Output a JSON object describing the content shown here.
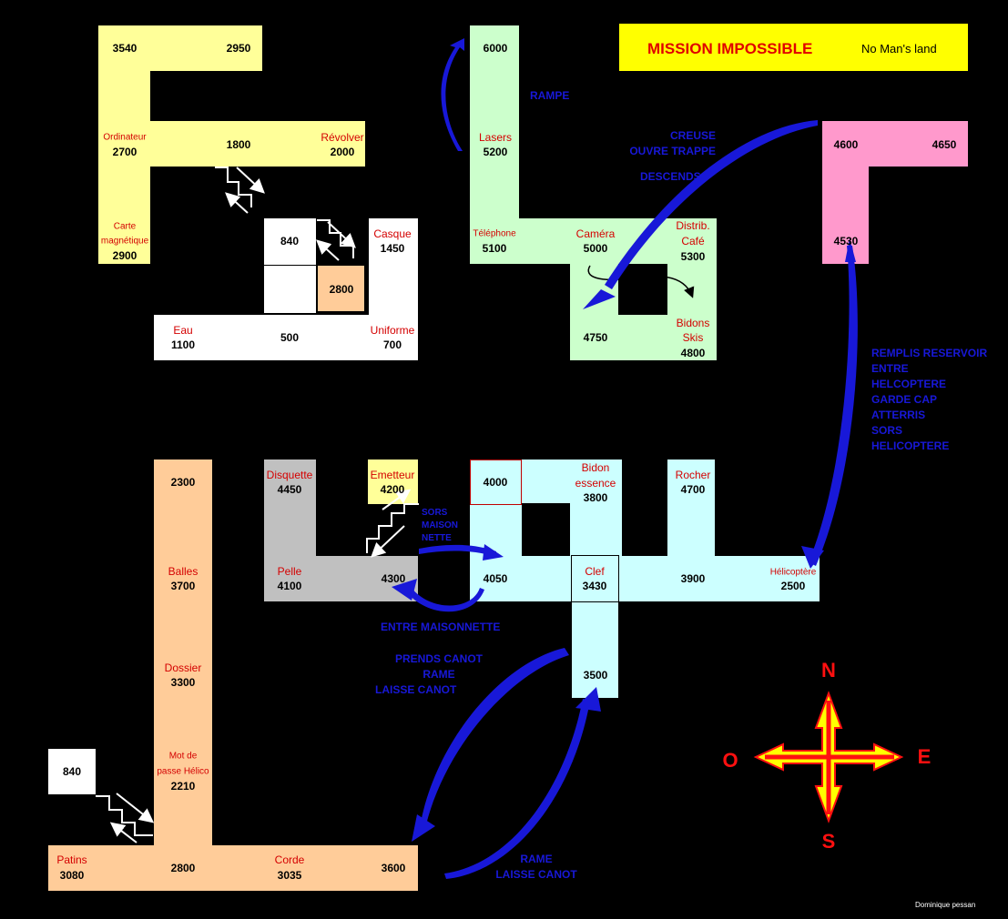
{
  "title": {
    "main": "MISSION IMPOSSIBLE",
    "sub": "No Man's land"
  },
  "author": "Dominique pessan",
  "compass": {
    "n": "N",
    "s": "S",
    "e": "E",
    "w": "O"
  },
  "colors": {
    "yellow": "#ffff99",
    "green": "#ccffcc",
    "pink": "#ff99cc",
    "white": "#ffffff",
    "orange": "#ffcc99",
    "grey": "#c0c0c0",
    "cyan": "#ccffff",
    "arrow_blue": "#1818d8",
    "label_red": "#d40000"
  },
  "rooms": {
    "y1": {
      "num": "3540"
    },
    "y2": {
      "num": "2950"
    },
    "y3": {
      "label": "Ordinateur",
      "num": "2700"
    },
    "y4": {
      "num": "1800"
    },
    "y5": {
      "label": "Révolver",
      "num": "2000"
    },
    "y6": {
      "label1": "Carte",
      "label2": "magnétique",
      "num": "2900"
    },
    "w1": {
      "num": "840"
    },
    "w2": {
      "label": "Casque",
      "num": "1450"
    },
    "w3": {
      "num": "2800"
    },
    "w4": {
      "label": "Eau",
      "num": "1100"
    },
    "w5": {
      "num": "500"
    },
    "w6": {
      "label": "Uniforme",
      "num": "700"
    },
    "g1": {
      "num": "6000"
    },
    "g2": {
      "label": "Lasers",
      "num": "5200"
    },
    "g3": {
      "label": "Téléphone",
      "num": "5100"
    },
    "g4": {
      "label": "Caméra",
      "num": "5000"
    },
    "g5": {
      "label1": "Distrib.",
      "label2": "Café",
      "num": "5300"
    },
    "g6": {
      "num": "4750"
    },
    "g7": {
      "label1": "Bidons",
      "label2": "Skis",
      "num": "4800"
    },
    "p1": {
      "num": "4600"
    },
    "p2": {
      "num": "4650"
    },
    "p3": {
      "num": "4530"
    },
    "o1": {
      "num": "2300"
    },
    "o2": {
      "label": "Balles",
      "num": "3700"
    },
    "o3": {
      "label": "Dossier",
      "num": "3300"
    },
    "o4": {
      "label1": "Mot de",
      "label2": "passe Hélico",
      "num": "2210"
    },
    "o5": {
      "label": "Patins",
      "num": "3080"
    },
    "o6": {
      "num": "2800"
    },
    "o7": {
      "label": "Corde",
      "num": "3035"
    },
    "o8": {
      "num": "3600"
    },
    "o9": {
      "num": "840"
    },
    "s1": {
      "label": "Disquette",
      "num": "4450"
    },
    "s2": {
      "label": "Emetteur",
      "num": "4200"
    },
    "s3": {
      "label": "Pelle",
      "num": "4100"
    },
    "s4": {
      "num": "4300"
    },
    "c1": {
      "num": "4000"
    },
    "c2": {
      "label1": "Bidon",
      "label2": "essence",
      "num": "3800"
    },
    "c3": {
      "label": "Rocher",
      "num": "4700"
    },
    "c4": {
      "num": "4050"
    },
    "c5": {
      "label": "Clef",
      "num": "3430"
    },
    "c6": {
      "num": "3900"
    },
    "c7": {
      "label": "Hélicoptère",
      "num": "2500"
    },
    "c8": {
      "num": "3500"
    }
  },
  "actions": {
    "rampe": "RAMPE",
    "creuse": [
      "CREUSE",
      "OUVRE TRAPPE"
    ],
    "descends": "DESCENDS",
    "helico": [
      "REMPLIS RESERVOIR",
      "ENTRE",
      "HELCOPTERE",
      "GARDE CAP",
      "ATTERRIS",
      "SORS",
      "HELICOPTERE"
    ],
    "sors_maison": [
      "SORS",
      "MAISON",
      "NETTE"
    ],
    "entre_maison": "ENTRE MAISONNETTE",
    "prends_canot": [
      "PRENDS CANOT",
      "RAME",
      "LAISSE CANOT"
    ],
    "rame_laisse": [
      "RAME",
      "LAISSE CANOT"
    ]
  }
}
